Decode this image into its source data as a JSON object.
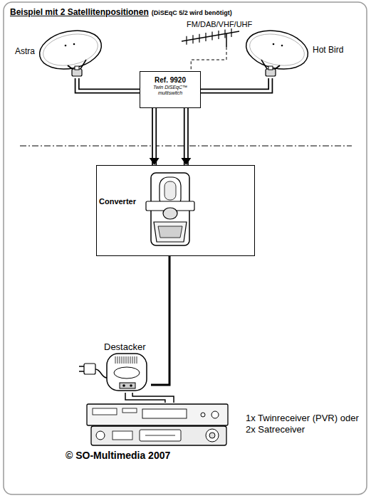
{
  "diagram": {
    "title": "Beispiel mit 2 Satellitenpositionen",
    "caption": "© SO-Multimedia 2007",
    "nodes": [
      {
        "text": [
          "Astra"
        ]
      },
      {
        "text": [
          "FM/DAB/VHF/UHF"
        ]
      },
      {
        "text": [
          "Hot Bird"
        ]
      },
      {
        "text": [
          "Ref. 9920",
          "Twin DiSEqC™ multiswitch"
        ]
      },
      {
        "text": [
          "Converter"
        ]
      },
      {
        "text": [
          "Destacker"
        ]
      },
      {
        "text": [
          "1x Twinreceiver (PVR) oder 2x Satreceiver"
        ]
      }
    ],
    "edges": [
      {
        "from": 0,
        "to": 3,
        "arrow": "none"
      },
      {
        "from": 1,
        "to": 3,
        "arrow": "none"
      },
      {
        "from": 2,
        "to": 3,
        "arrow": "none"
      },
      {
        "from": 3,
        "to": 4,
        "arrow": "to"
      },
      {
        "from": 3,
        "to": 4,
        "arrow": "to"
      },
      {
        "from": 4,
        "to": 5,
        "arrow": "none"
      },
      {
        "from": 5,
        "to": 6,
        "arrow": "none"
      },
      {
        "from": 5,
        "to": 6,
        "arrow": "none"
      }
    ],
    "labels": [
      "(DiSEqC 5/2 wird benötigt)"
    ]
  }
}
